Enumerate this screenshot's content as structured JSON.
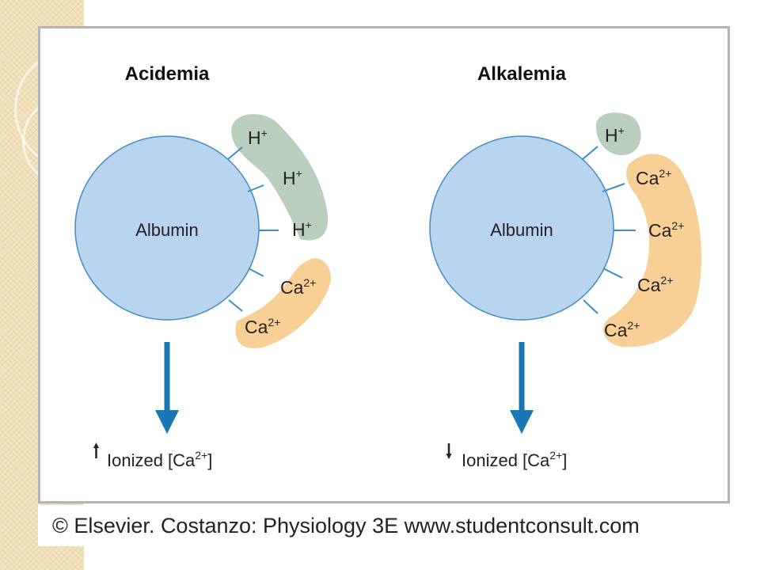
{
  "left_panel": {
    "title": "Acidemia",
    "protein": "Albumin",
    "h_ions": [
      "H",
      "H",
      "H"
    ],
    "h_charge": "+",
    "ca_ions": [
      "Ca",
      "Ca"
    ],
    "ca_charge": "2+",
    "result_prefix": "Ionized [Ca",
    "result_charge": "2+",
    "result_suffix": "]",
    "result_direction": "up"
  },
  "right_panel": {
    "title": "Alkalemia",
    "protein": "Albumin",
    "h_ions": [
      "H"
    ],
    "h_charge": "+",
    "ca_ions": [
      "Ca",
      "Ca",
      "Ca",
      "Ca"
    ],
    "ca_charge": "2+",
    "result_prefix": "Ionized [Ca",
    "result_charge": "2+",
    "result_suffix": "]",
    "result_direction": "down"
  },
  "caption": "© Elsevier. Costanzo: Physiology 3E www.studentconsult.com",
  "colors": {
    "albumin_fill": "#b9d4ee",
    "albumin_stroke": "#3d8fc6",
    "h_blob": "#b8cfbd",
    "ca_blob": "#f8cf95",
    "arrow": "#1b77b4",
    "title_text": "#111111"
  }
}
